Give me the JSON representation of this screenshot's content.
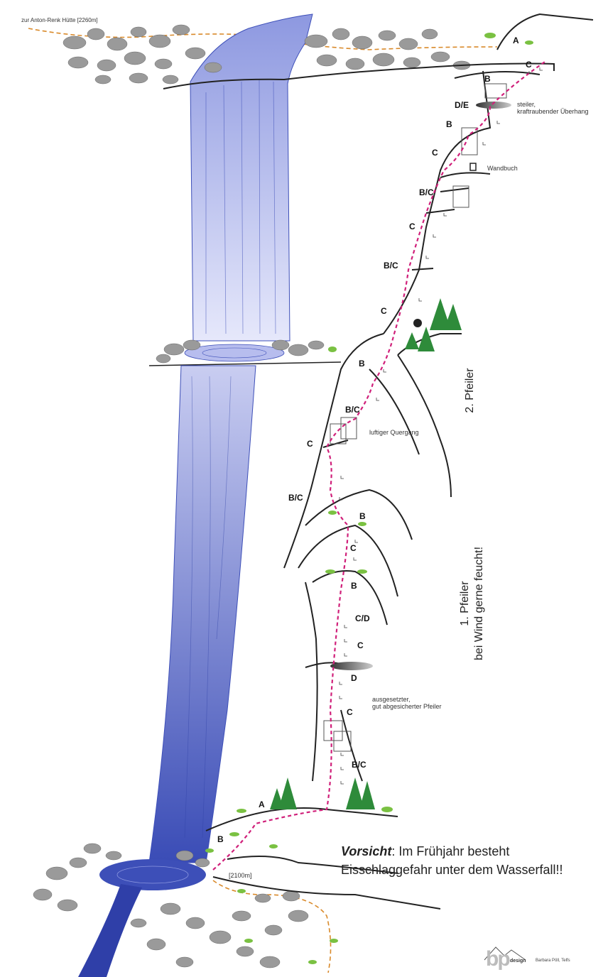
{
  "labels": {
    "hut": "zur Anton-Renk Hütte [2260m]",
    "elevation_start": "[2100m]",
    "overhang_note_1": "steiler,",
    "overhang_note_2": "kraftraubender Überhang",
    "wall_book": "Wandbuch",
    "traverse": "luftiger Quergang",
    "exposed_1": "ausgesetzter,",
    "exposed_2": "gut abgesicherter Pfeiler",
    "pillar_2": "2. Pfeiler",
    "pillar_1_line1": "1. Pfeiler",
    "pillar_1_line2": "bei Wind gerne feucht!",
    "warning_bold": "Vorsicht",
    "warning_rest": ": Im Frühjahr besteht",
    "warning_line2": "Eisschlaggefahr unter dem Wasserfall!!",
    "logo_bp": "bp",
    "logo_design": "design",
    "logo_credit": "Barbara Pöll, Telfs"
  },
  "grades": {
    "g01": "A",
    "g02": "C",
    "g03": "B",
    "g04": "D/E",
    "g05": "B",
    "g06": "C",
    "g07": "B/C",
    "g08": "C",
    "g09": "B/C",
    "g10": "C",
    "g11": "B",
    "g12": "B/C",
    "g13": "C",
    "g14": "B/C",
    "g15": "B",
    "g16": "C",
    "g17": "B",
    "g18": "C/D",
    "g19": "C",
    "g20": "D",
    "g21": "C",
    "g22": "B/C",
    "g23": "A",
    "g24": "B"
  },
  "colors": {
    "route": "#d0207a",
    "path": "#d98a2b",
    "water_light": "#c9cdf1",
    "water_dark": "#3d4fb8",
    "rock": "#9a9a9a",
    "tree": "#2e8b3a"
  }
}
